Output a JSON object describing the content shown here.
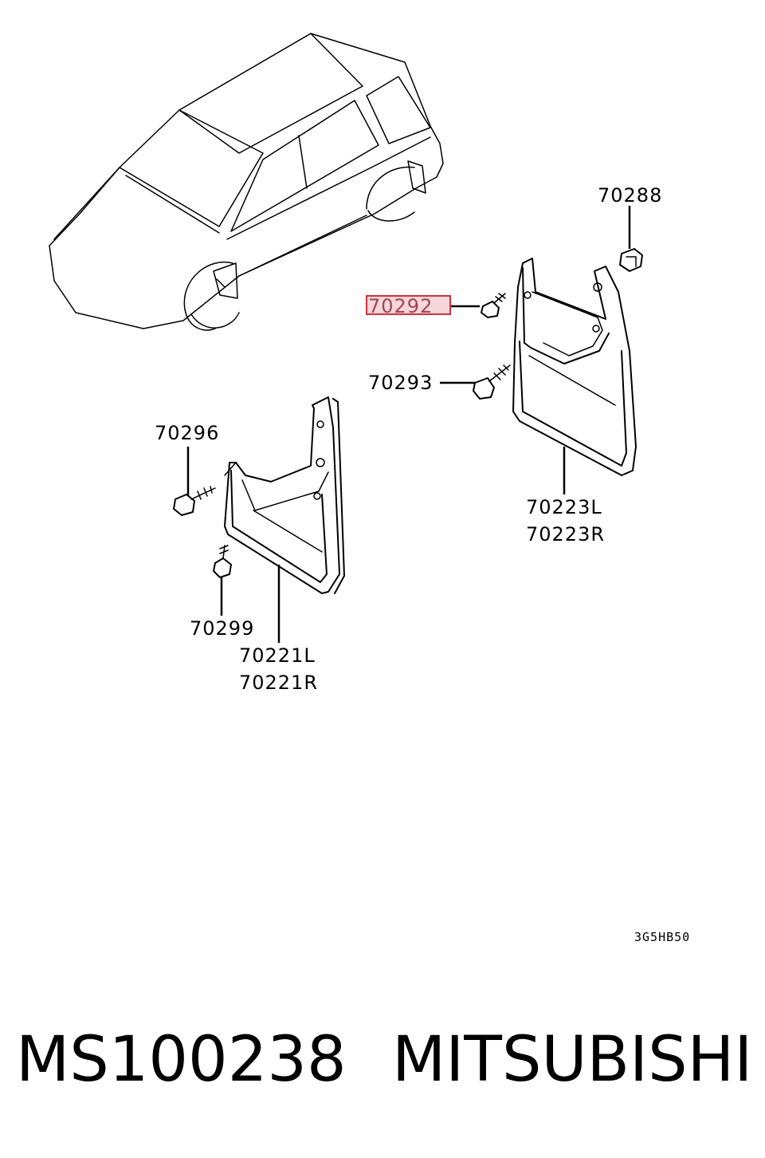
{
  "parts": {
    "p70288": "70288",
    "p70292": "70292",
    "p70293": "70293",
    "p70296": "70296",
    "p70299": "70299",
    "p70223L": "70223L",
    "p70223R": "70223R",
    "p70221L": "70221L",
    "p70221R": "70221R"
  },
  "highlight": {
    "part": "70292",
    "fill": "#f6d6da",
    "stroke": "#d2303a"
  },
  "diagram_code": "3G5HB50",
  "footer": {
    "part_number": "MS100238",
    "brand": "MITSUBISHI"
  }
}
